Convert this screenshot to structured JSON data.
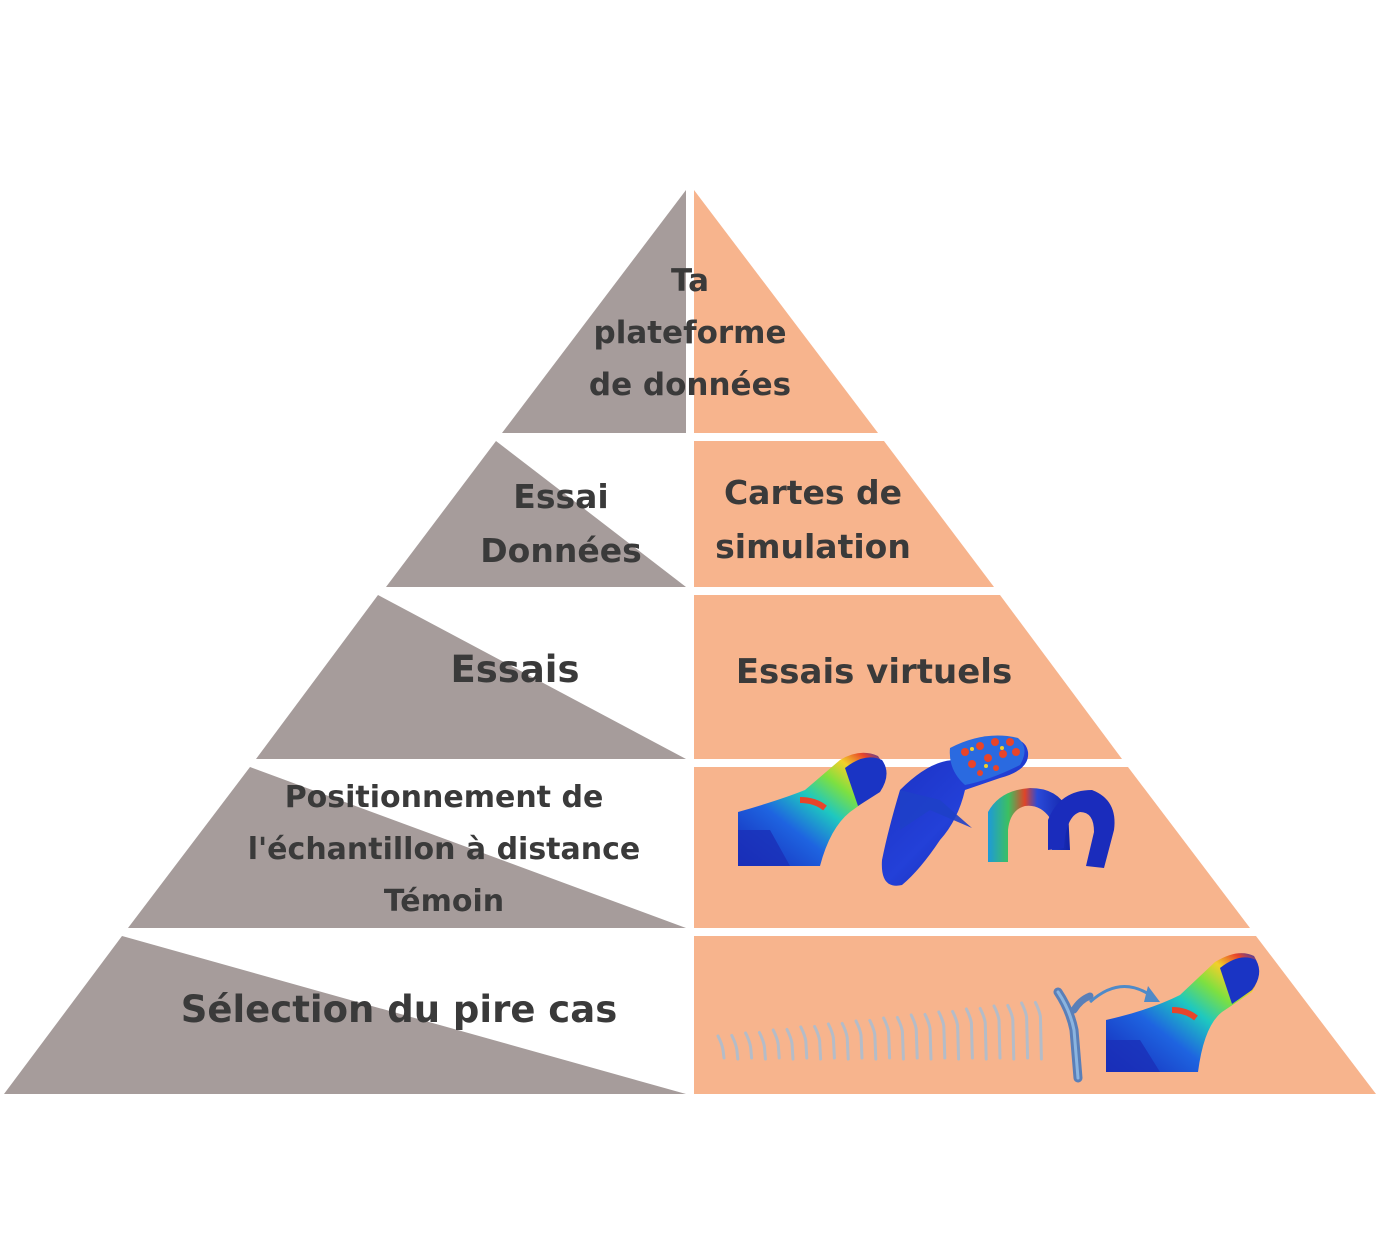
{
  "colors": {
    "left_fill": "#a69c9b",
    "right_fill": "#f7b48d",
    "text": "#3a3a3a",
    "divider": "#ffffff"
  },
  "pyramid": {
    "tiers": [
      {
        "id": "top",
        "center_lines": [
          "Ta",
          "plateforme",
          "de données"
        ]
      },
      {
        "id": "tier2",
        "left_lines": [
          "Essai",
          "Données"
        ],
        "right_lines": [
          "Cartes de",
          "simulation"
        ]
      },
      {
        "id": "tier3",
        "left_lines": [
          "Essais"
        ],
        "right_lines": [
          "Essais virtuels"
        ]
      },
      {
        "id": "tier4",
        "left_lines": [
          "Positionnement de",
          "l'échantillon à distance",
          "Témoin"
        ],
        "right_image": "fea-stress-parts"
      },
      {
        "id": "tier5",
        "left_lines": [
          "Sélection du pire cas"
        ],
        "right_image": "implant-size-range-to-fea"
      }
    ]
  }
}
